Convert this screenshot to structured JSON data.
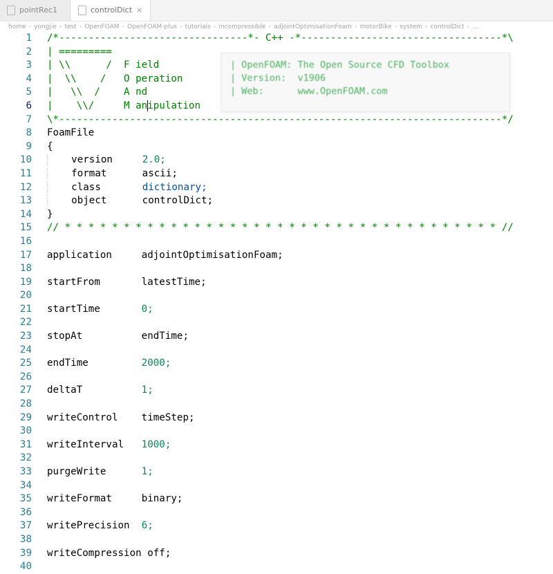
{
  "tabs": {
    "inactive_label": "pointRec1",
    "active_label": "controlDict",
    "close_glyph": "×"
  },
  "breadcrumb": {
    "items": [
      "home",
      "yongjie",
      "test",
      "OpenFOAM",
      "OpenFOAM-plus",
      "tutorials",
      "incompressible",
      "adjointOptimisationFoam",
      "motorBike",
      "system",
      "controlDict",
      "…"
    ]
  },
  "hover_info": {
    "line1": "| OpenFOAM: The Open Source CFD Toolbox",
    "line2": "| Version:  v1906",
    "line3": "| Web:      www.OpenFOAM.com"
  },
  "code": {
    "line_numbers": [
      "1",
      "2",
      "3",
      "4",
      "5",
      "6",
      "7",
      "8",
      "9",
      "10",
      "11",
      "12",
      "13",
      "14",
      "15",
      "16",
      "17",
      "18",
      "19",
      "20",
      "21",
      "22",
      "23",
      "24",
      "25",
      "26",
      "27",
      "28",
      "29",
      "30",
      "31",
      "32",
      "33",
      "34",
      "35",
      "36",
      "37",
      "38",
      "39",
      "40"
    ],
    "active_line": "6",
    "header_top": "/*--------------------------------*- C++ -*----------------------------------*\\",
    "banner2": "| =========",
    "banner3": "| \\\\      /  F ield",
    "banner4": "|  \\\\    /   O peration",
    "banner5": "|   \\\\  /    A nd",
    "banner6_a": "|    \\\\/     M an",
    "banner6_b": "ipulation",
    "header_bottom": "\\*---------------------------------------------------------------------------*/",
    "foamfile": "FoamFile",
    "brace_open": "{",
    "brace_close": "}",
    "entries_foamfile": [
      {
        "key": "version",
        "value": "2.0;"
      },
      {
        "key": "format",
        "value": "ascii;"
      },
      {
        "key": "class",
        "value": "dictionary;"
      },
      {
        "key": "object",
        "value": "controlDict;"
      }
    ],
    "separator": "// * * * * * * * * * * * * * * * * * * * * * * * * * * * * * * * * * * * * * //",
    "settings": [
      {
        "key": "application",
        "value": "adjointOptimisationFoam;"
      },
      {
        "key": "startFrom",
        "value": "latestTime;"
      },
      {
        "key": "startTime",
        "value": "0;"
      },
      {
        "key": "stopAt",
        "value": "endTime;"
      },
      {
        "key": "endTime",
        "value": "2000;"
      },
      {
        "key": "deltaT",
        "value": "1;"
      },
      {
        "key": "writeControl",
        "value": "timeStep;"
      },
      {
        "key": "writeInterval",
        "value": "1000;"
      },
      {
        "key": "purgeWrite",
        "value": "1;"
      },
      {
        "key": "writeFormat",
        "value": "binary;"
      },
      {
        "key": "writePrecision",
        "value": "6;"
      },
      {
        "key": "writeCompression",
        "value": "off;"
      }
    ]
  }
}
